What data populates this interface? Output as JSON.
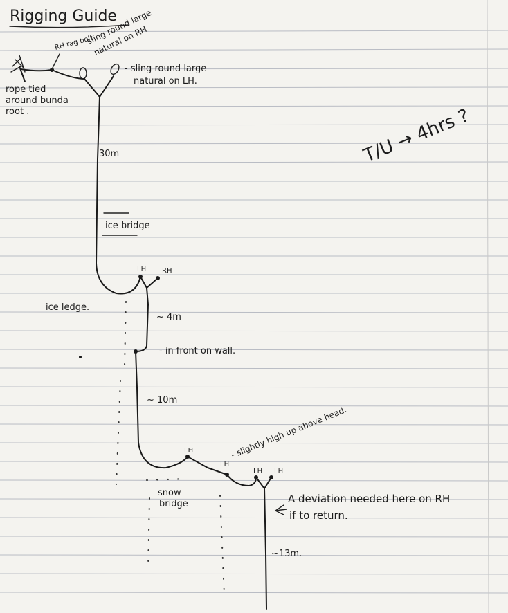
{
  "title": "Rigging Guide",
  "labels": {
    "rh_rag_bolt": "RH rag bolt",
    "sling_rh": "sling round large natural on RH",
    "sling_lh": "- sling round large natural on LH.",
    "rope_tied": "rope tied around bunda root.",
    "pitch_30m": "30m",
    "ice_bridge": "ice bridge",
    "lh_1": "LH",
    "rh_1": "RH",
    "ice_ledge": "ice ledge.",
    "pitch_4m": "~ 4m",
    "in_front": "- in front on wall.",
    "pitch_10m": "~ 10m",
    "lh_2": "LH",
    "lh_3": "LH",
    "slightly_high": "- slightly high up above head.",
    "lh_4": "LH",
    "lh_5": "LH",
    "snow_bridge_1": "snow",
    "snow_bridge_2": "bridge",
    "deviation_1": "A deviation needed here on RH",
    "deviation_2": "if to return.",
    "pitch_13m": "~13m.",
    "time_note": "T/U → 4hrs ?"
  }
}
